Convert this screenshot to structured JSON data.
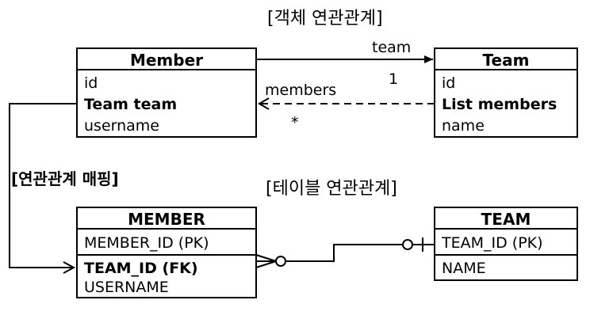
{
  "object_section": {
    "title": "[객체 연관관계]"
  },
  "table_section": {
    "title": "[테이블 연관관계]"
  },
  "mapping_label": "[연관관계 매핑]",
  "member_entity": {
    "name": "Member",
    "fields": [
      "id",
      "Team team",
      "username"
    ]
  },
  "team_entity": {
    "name": "Team",
    "fields": [
      "id",
      "List members",
      "name"
    ]
  },
  "member_table": {
    "name": "MEMBER",
    "columns": [
      "MEMBER_ID (PK)",
      "TEAM_ID (FK)",
      "USERNAME"
    ]
  },
  "team_table": {
    "name": "TEAM",
    "columns": [
      "TEAM_ID (PK)",
      "NAME"
    ]
  },
  "arrows": {
    "team_label": "team",
    "team_multiplicity": "1",
    "members_label": "members",
    "members_multiplicity": "*"
  }
}
